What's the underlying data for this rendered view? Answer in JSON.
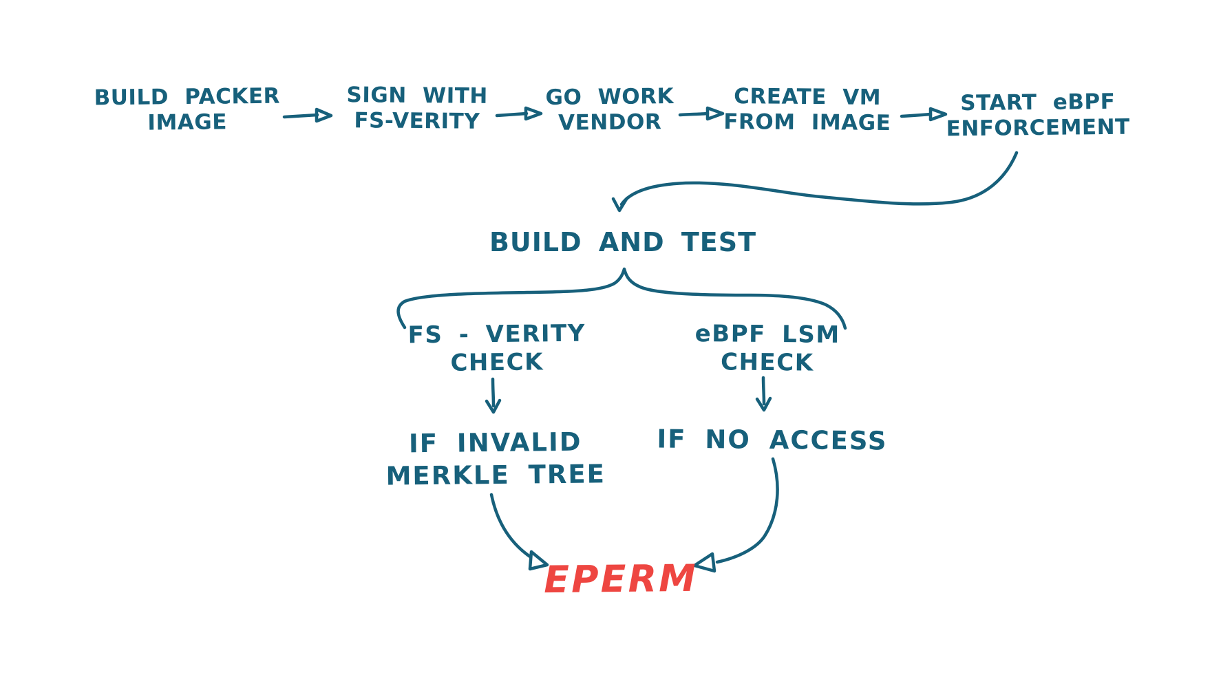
{
  "colors": {
    "ink": "#17607B",
    "alert": "#EE4641",
    "background": "#FFFFFF"
  },
  "pipeline": [
    {
      "line1": "BUILD PACKER",
      "line2": "IMAGE"
    },
    {
      "line1": "SIGN WITH",
      "line2": "FS-VERITY"
    },
    {
      "line1": "GO WORK",
      "line2": "VENDOR"
    },
    {
      "line1": "CREATE VM",
      "line2": "FROM IMAGE"
    },
    {
      "line1": "START eBPF",
      "line2": "ENFORCEMENT"
    }
  ],
  "build_and_test": "BUILD AND TEST",
  "branches": [
    {
      "check_line1": "FS - VERITY",
      "check_line2": "CHECK",
      "condition_line1": "IF INVALID",
      "condition_line2": "MERKLE TREE"
    },
    {
      "check_line1": "eBPF LSM",
      "check_line2": "CHECK",
      "condition_line1": "IF NO ACCESS",
      "condition_line2": ""
    }
  ],
  "result": "EPERM"
}
